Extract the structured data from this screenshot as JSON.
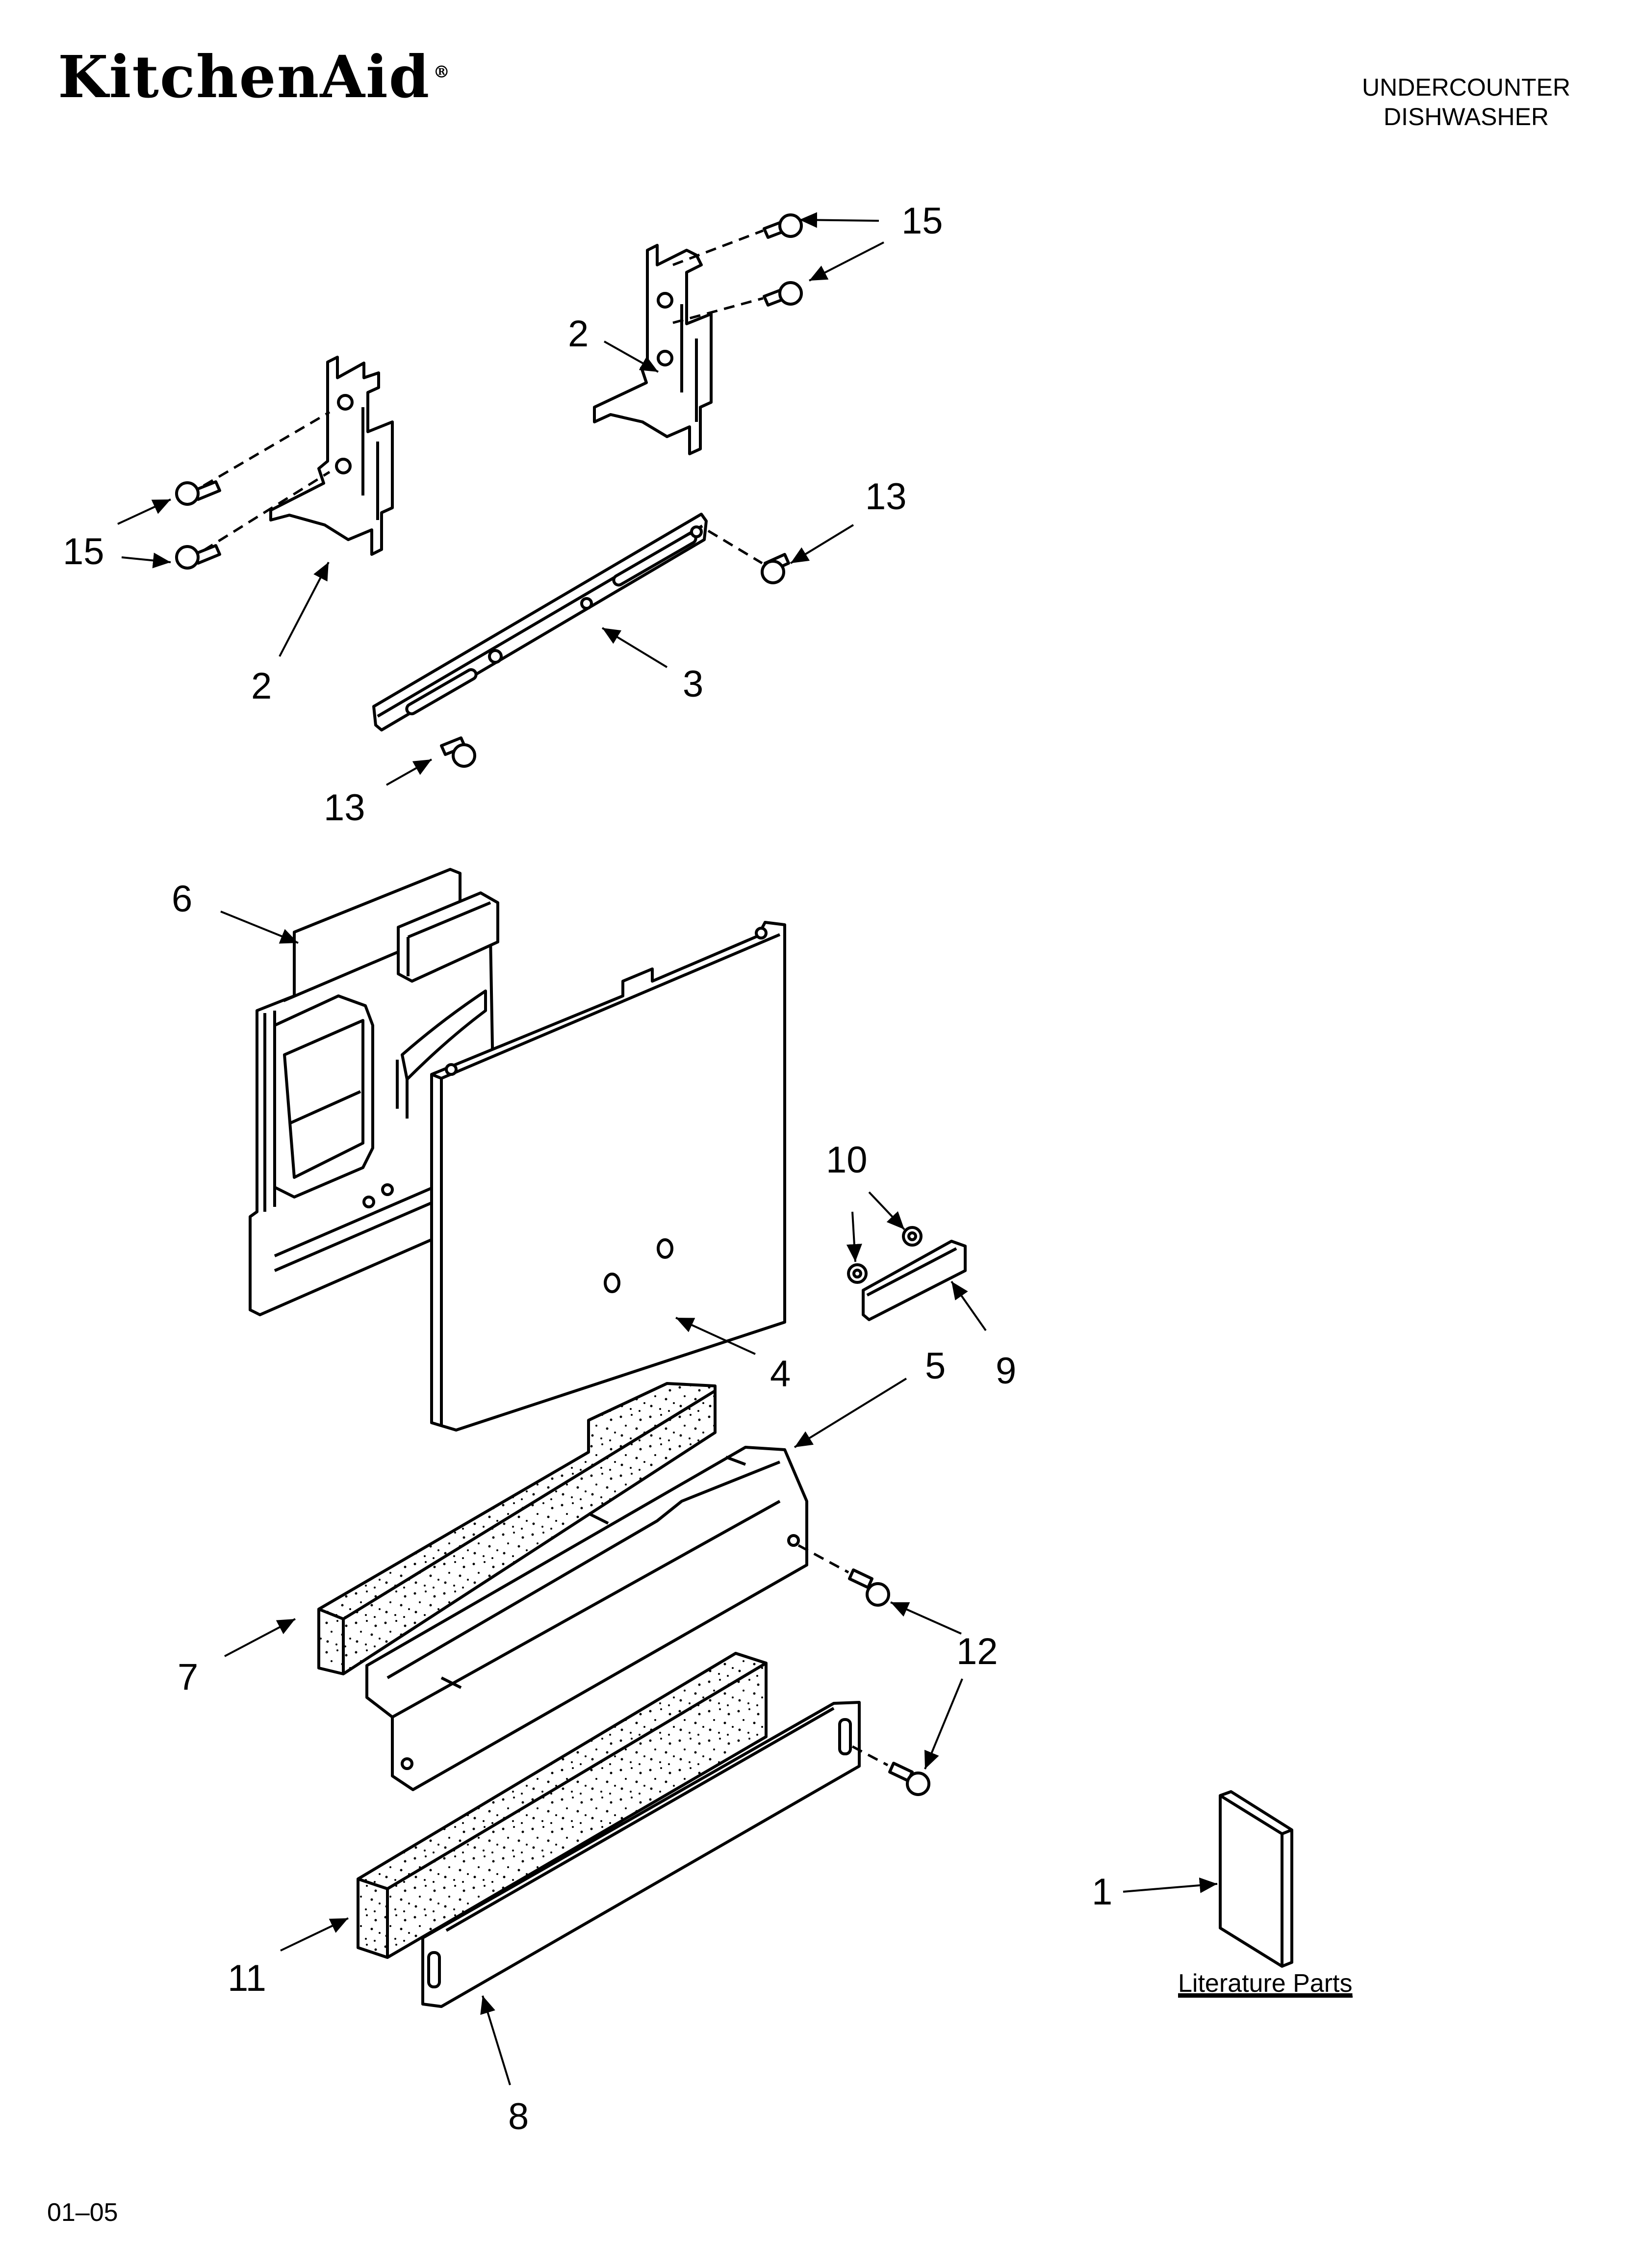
{
  "header": {
    "brand": "KitchenAid",
    "brand_mark": "®",
    "title_line1": "UNDERCOUNTER",
    "title_line2": "DISHWASHER"
  },
  "footer": {
    "date_code": "01–05"
  },
  "callouts": {
    "c1": "1",
    "c2a": "2",
    "c2b": "2",
    "c3": "3",
    "c4": "4",
    "c5": "5",
    "c6": "6",
    "c7": "7",
    "c8": "8",
    "c9": "9",
    "c10": "10",
    "c11": "11",
    "c12": "12",
    "c13a": "13",
    "c13b": "13",
    "c15a": "15",
    "c15b": "15"
  },
  "literature": {
    "label": "Literature Parts"
  }
}
